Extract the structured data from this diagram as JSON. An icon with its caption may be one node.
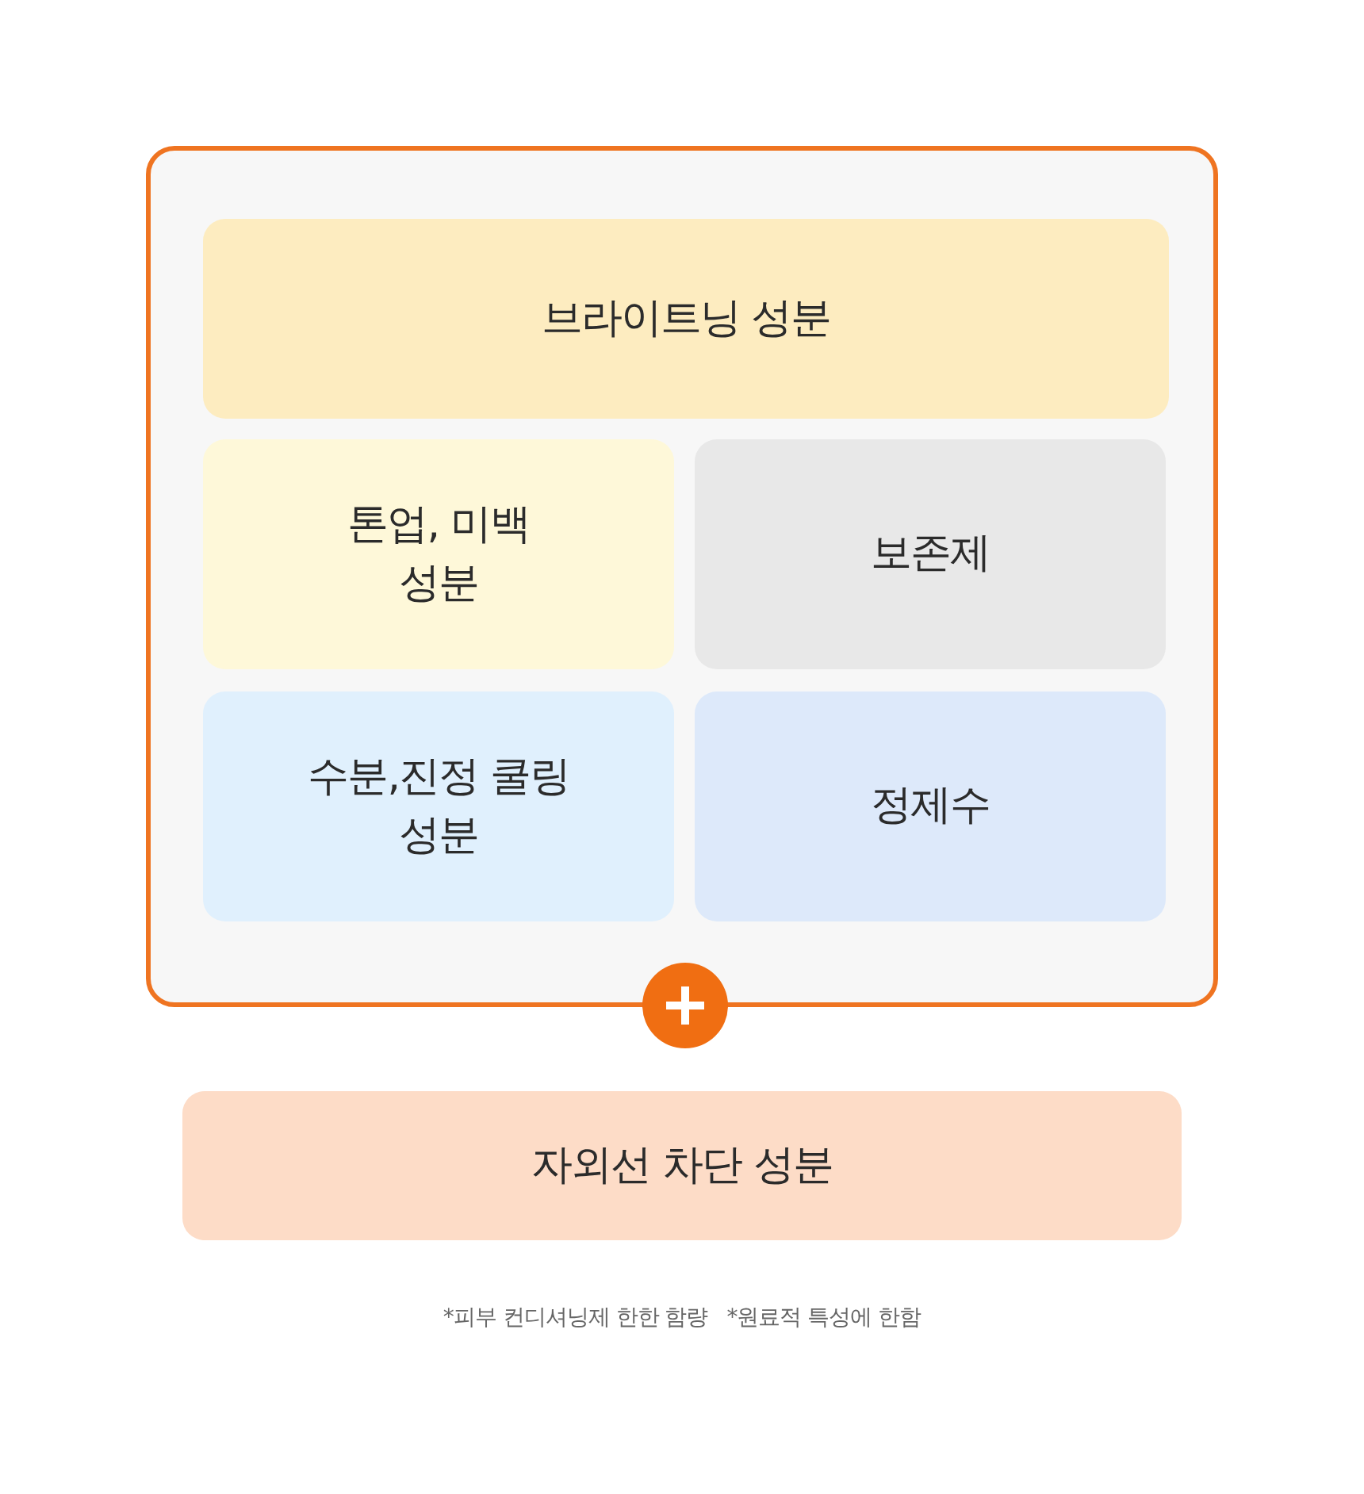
{
  "diagram": {
    "nodes": [
      {
        "text": [],
        "shape": "box"
      },
      {
        "text": [
          "브라이트닝 성분"
        ],
        "in": 0
      },
      {
        "text": [
          "톤업, 미백 성분"
        ],
        "in": 0
      },
      {
        "text": [
          "보존제"
        ],
        "in": 0
      },
      {
        "text": [
          "수분,진정 쿨링 성분"
        ],
        "in": 0
      },
      {
        "text": [
          "정제수"
        ],
        "in": 0
      },
      {
        "text": [
          "자외선 차단 성분"
        ]
      }
    ],
    "labels": [
      "*피부 컨디셔닝제 한한 함량",
      "*원료적 특성에 한함"
    ]
  }
}
